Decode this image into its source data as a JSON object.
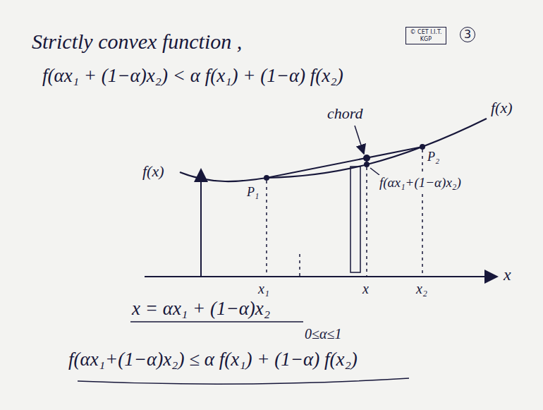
{
  "diagram": {
    "title": "Strictly convex function ,",
    "labels": [
      "© CET I.I.T. KGP",
      "3",
      "f(αx₁ + (1−α)x₂) < α f(x₁) + (1−α) f(x₂)",
      "f(x)",
      "chord",
      "f(x)",
      "P₁",
      "P₂",
      "f(αx₁+(1−α)x₂)",
      "x₁",
      "x",
      "x₂",
      "x",
      "x = αx₁ + (1−α)x₂",
      "0≤α≤1",
      "f(αx₁+(1−α)x₂) ≤ α f(x₁) + (1−α) f(x₂)"
    ]
  }
}
